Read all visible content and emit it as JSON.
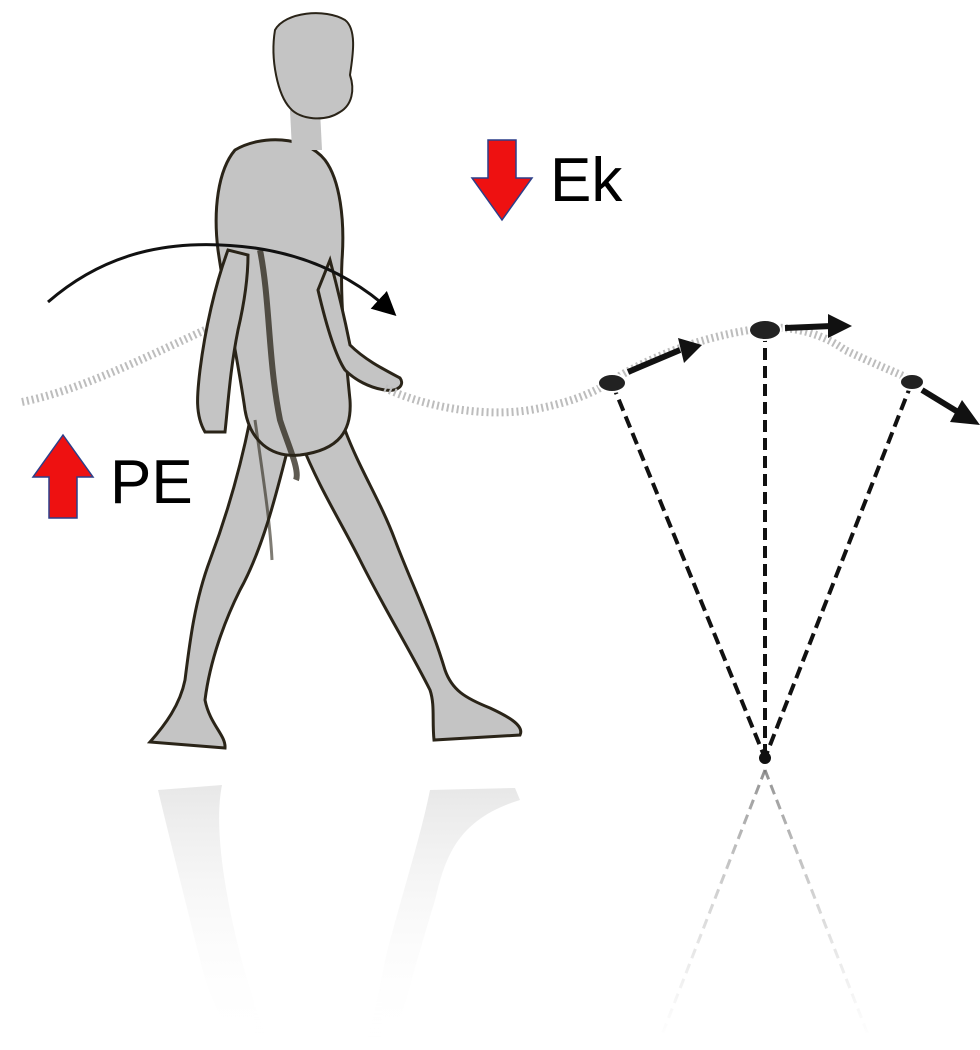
{
  "labels": {
    "kinetic_energy": "Ek",
    "potential_energy": "PE"
  },
  "indicators": {
    "kinetic_energy_direction": "down",
    "potential_energy_direction": "up",
    "arrow_fill": "#ee1111",
    "arrow_outline": "#2b3f8a"
  },
  "colors": {
    "figure_fill": "#c4c4c4",
    "figure_shadow": "#2a2418",
    "trajectory_dots": "#bdbdbd",
    "vector_lines": "#111111"
  },
  "icons": {
    "walker": "walking-person-icon",
    "pendulum": "inverted-pendulum-icon"
  }
}
